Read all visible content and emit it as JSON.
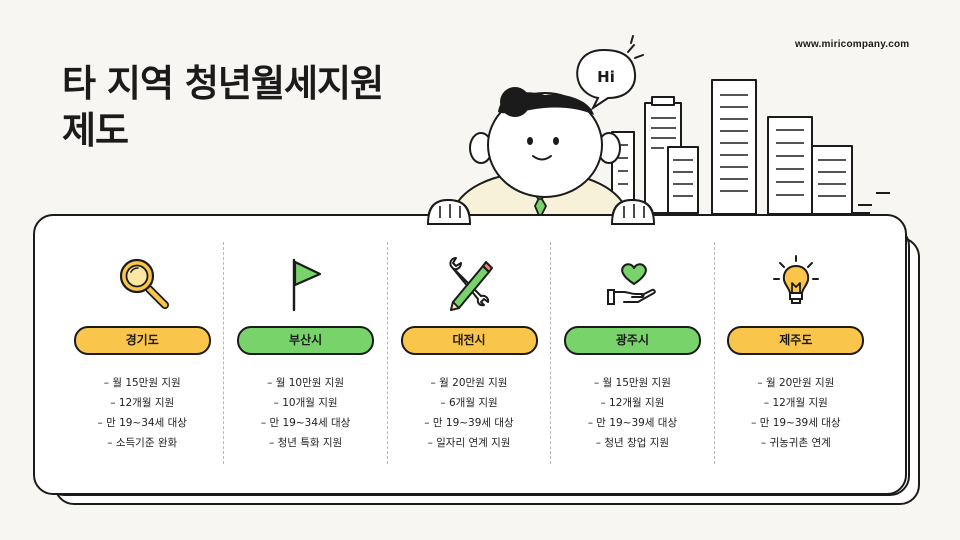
{
  "header": {
    "url": "www.miricompany.com",
    "title_line1": "타 지역 청년월세지원",
    "title_line2": "제도"
  },
  "illustration": {
    "speech": "Hi"
  },
  "colors": {
    "yellow": "#f9c54a",
    "green": "#78d46a",
    "ink": "#1b1b1b",
    "background": "#f7f6f3"
  },
  "regions": [
    {
      "name": "경기도",
      "icon": "magnifier-icon",
      "pill_color": "yellow",
      "items": [
        "– 월 15만원 지원",
        "– 12개월 지원",
        "– 만 19~34세 대상",
        "– 소득기준 완화"
      ]
    },
    {
      "name": "부산시",
      "icon": "flag-icon",
      "pill_color": "green",
      "items": [
        "– 월 10만원 지원",
        "– 10개월 지원",
        "– 만 19~34세 대상",
        "– 청년 특화 지원"
      ]
    },
    {
      "name": "대전시",
      "icon": "wrench-pencil-icon",
      "pill_color": "yellow",
      "items": [
        "– 월 20만원 지원",
        "– 6개월 지원",
        "– 만 19~39세 대상",
        "– 일자리 연계 지원"
      ]
    },
    {
      "name": "광주시",
      "icon": "heart-hand-icon",
      "pill_color": "green",
      "items": [
        "– 월 15만원 지원",
        "– 12개월 지원",
        "– 만 19~39세 대상",
        "– 청년 창업 지원"
      ]
    },
    {
      "name": "제주도",
      "icon": "lightbulb-icon",
      "pill_color": "yellow",
      "items": [
        "– 월 20만원 지원",
        "– 12개월 지원",
        "– 만 19~39세 대상",
        "– 귀농귀촌 연계"
      ]
    }
  ]
}
